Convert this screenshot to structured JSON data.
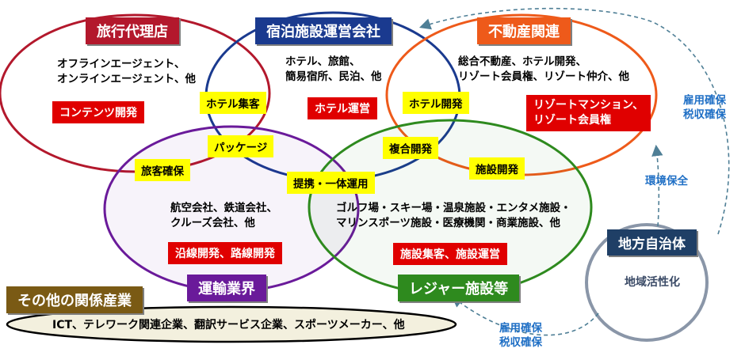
{
  "sectors": {
    "travel": {
      "title": "旅行代理店",
      "desc": [
        "オフラインエージェント、",
        "オンラインエージェント、他"
      ],
      "role": "コンテンツ開発",
      "color": "#b3182c"
    },
    "lodging": {
      "title": "宿泊施設運営会社",
      "desc": [
        "ホテル、旅館、",
        "簡易宿所、民泊、他"
      ],
      "role": "ホテル運営",
      "color": "#1a3a8f"
    },
    "realestate": {
      "title": "不動産関連",
      "desc": [
        "総合不動産、ホテル開発、",
        "リゾート会員権、リゾート仲介、他"
      ],
      "role": [
        "リゾートマンション、",
        "リゾート会員権"
      ],
      "color": "#ee5a1a"
    },
    "transport": {
      "title": "運輸業界",
      "desc": [
        "航空会社、鉄道会社、",
        "クルーズ会社、他"
      ],
      "role": "沿線開発、路線開発",
      "color": "#6a1a9a"
    },
    "leisure": {
      "title": "レジャー施設等",
      "desc": [
        "ゴルフ場・スキー場・温泉施設・エンタメ施設・",
        "マリンスポーツ施設・医療機関・商業施設、他"
      ],
      "role": "施設集客、施設運営",
      "color": "#2e8a1e"
    }
  },
  "overlaps": {
    "hotel_customers": "ホテル集客",
    "hotel_development": "ホテル開発",
    "package": "パッケージ",
    "mixed_development": "複合開発",
    "traveler_acquisition": "旅客確保",
    "facility_development": "施設開発",
    "tieup": "提携・一体運用"
  },
  "other": {
    "title": "その他の関係産業",
    "items": "ICT、テレワーク関連企業、翻訳サービス企業、スポーツメーカー、他"
  },
  "municipality": {
    "title": "地方自治体",
    "center": "地域活性化"
  },
  "flows": {
    "to_top": [
      "雇用確保",
      "税収確保"
    ],
    "env": "環境保全",
    "to_leisure": [
      "雇用確保",
      "税収確保"
    ]
  },
  "colors": {
    "yellow": "#ffff00",
    "red": "#e00000",
    "arrow": "#4f7f96",
    "navy": "#1f3f66",
    "olive": "#7a5a14"
  }
}
